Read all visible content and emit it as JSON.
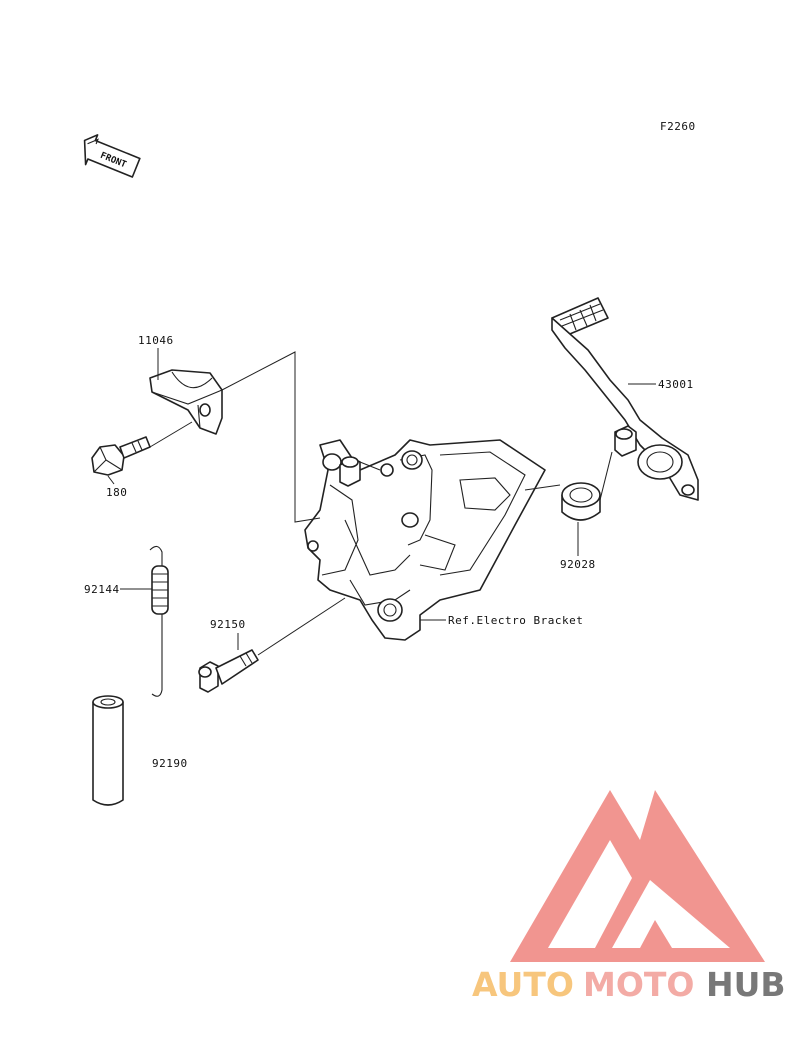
{
  "diagram": {
    "figure_code": "F2260",
    "front_marker": "FRONT",
    "reference_label": "Ref.Electro Bracket",
    "parts": [
      {
        "number": "11046"
      },
      {
        "number": "180"
      },
      {
        "number": "92144"
      },
      {
        "number": "92150"
      },
      {
        "number": "92190"
      },
      {
        "number": "43001"
      },
      {
        "number": "92028"
      }
    ]
  },
  "watermark": {
    "parts": [
      "AUTO",
      "MOTO",
      "HUB"
    ],
    "colors": {
      "auto": "#f7c070",
      "moto": "#f2a39c",
      "hub": "#6a6a6a",
      "logo": "#f08a84"
    }
  }
}
